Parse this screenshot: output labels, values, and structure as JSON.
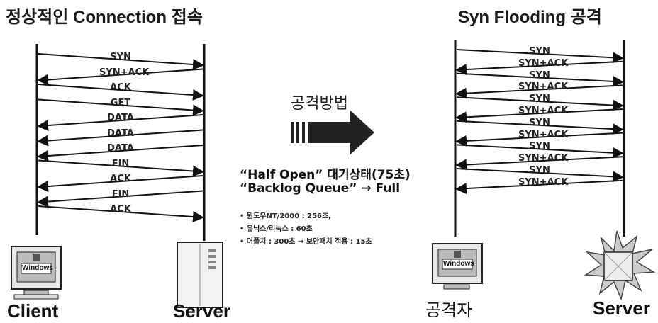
{
  "left": {
    "title": "정상적인 Connection 접속",
    "client_label": "Client",
    "server_label": "Server",
    "messages": [
      {
        "label": "SYN",
        "dir": "right"
      },
      {
        "label": "SYN+ACK",
        "dir": "left"
      },
      {
        "label": "ACK",
        "dir": "right"
      },
      {
        "label": "GET",
        "dir": "right"
      },
      {
        "label": "DATA",
        "dir": "left"
      },
      {
        "label": "DATA",
        "dir": "left"
      },
      {
        "label": "DATA",
        "dir": "left"
      },
      {
        "label": "FIN",
        "dir": "right"
      },
      {
        "label": "ACK",
        "dir": "left"
      },
      {
        "label": "FIN",
        "dir": "left"
      },
      {
        "label": "ACK",
        "dir": "right"
      }
    ]
  },
  "middle": {
    "method": "공격방법",
    "line1": "“Half Open” 대기상태(75초)",
    "line2": "“Backlog Queue” → Full",
    "notes": [
      "• 윈도우NT/2000 : 256초,",
      "• 유닉스/리눅스 : 60초",
      "• 어플치 : 300초 → 보안패치 적용 : 15초"
    ]
  },
  "right": {
    "title": "Syn Flooding 공격",
    "attacker_label": "공격자",
    "server_label": "Server",
    "messages": [
      {
        "label": "SYN",
        "dir": "right"
      },
      {
        "label": "SYN+ACK",
        "dir": "left"
      },
      {
        "label": "SYN",
        "dir": "right"
      },
      {
        "label": "SYN+ACK",
        "dir": "left"
      },
      {
        "label": "SYN",
        "dir": "right"
      },
      {
        "label": "SYN+ACK",
        "dir": "left"
      },
      {
        "label": "SYN",
        "dir": "right"
      },
      {
        "label": "SYN+ACK",
        "dir": "left"
      },
      {
        "label": "SYN",
        "dir": "right"
      },
      {
        "label": "SYN+ACK",
        "dir": "left"
      },
      {
        "label": "SYN",
        "dir": "right"
      },
      {
        "label": "SYN+ACK",
        "dir": "left"
      }
    ]
  },
  "icons": {
    "client_computer_text": "Windows",
    "attacker_computer_text": "Windows"
  }
}
